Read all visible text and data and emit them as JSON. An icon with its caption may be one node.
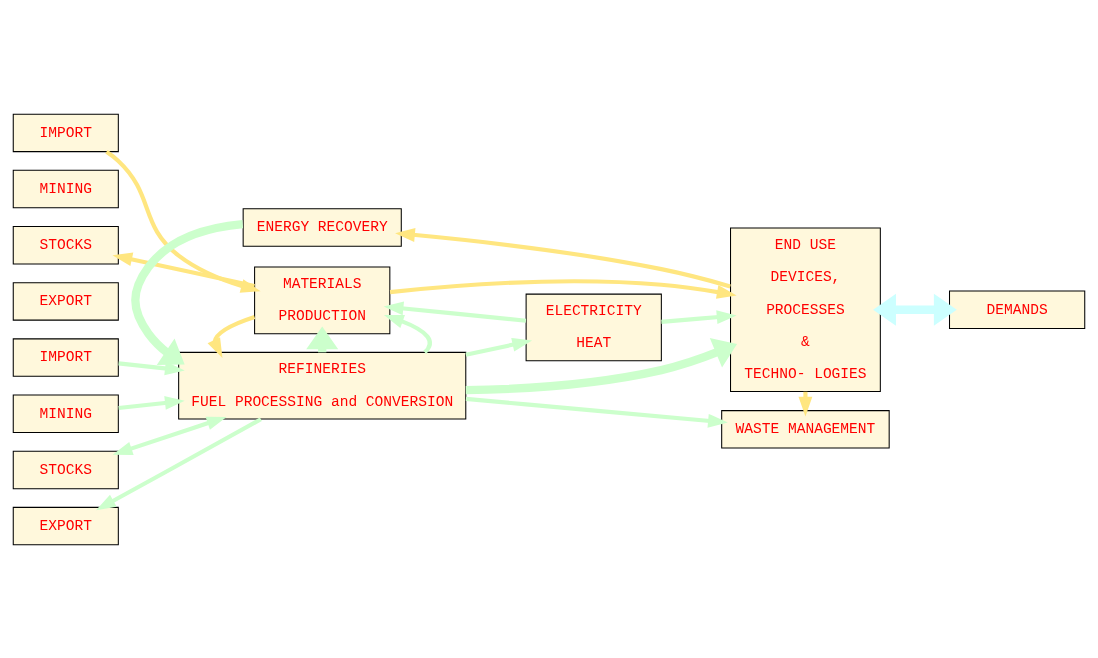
{
  "diagram": {
    "nodes": [
      {
        "text": [
          "IMPORT"
        ]
      },
      {
        "text": [
          "MINING"
        ]
      },
      {
        "text": [
          "STOCKS"
        ]
      },
      {
        "text": [
          "EXPORT"
        ]
      },
      {
        "text": [
          "REFINERIES",
          "FUEL PROCESSING and CONVERSION"
        ]
      },
      {
        "text": [
          "ELECTRICITY",
          "HEAT"
        ]
      },
      {
        "text": [
          "END USE",
          "DEVICES,",
          "PROCESSES",
          "&",
          "TECHNO- LOGIES"
        ]
      },
      {
        "text": [
          "DEMANDS"
        ]
      },
      {
        "text": [
          "IMPORT"
        ]
      },
      {
        "text": [
          "MINING"
        ]
      },
      {
        "text": [
          "STOCKS"
        ]
      },
      {
        "text": [
          "EXPORT"
        ]
      },
      {
        "text": [
          "MATERIALS",
          "PRODUCTION"
        ]
      },
      {
        "text": [
          "ENERGY RECOVERY"
        ]
      },
      {
        "text": [
          "WASTE MANAGEMENT"
        ]
      }
    ],
    "edges": [
      {
        "from": 0,
        "to": 4,
        "arrow": "to"
      },
      {
        "from": 1,
        "to": 4,
        "arrow": "to"
      },
      {
        "from": 2,
        "to": 4,
        "arrow": "both"
      },
      {
        "from": 4,
        "to": 3,
        "arrow": "to"
      },
      {
        "from": 4,
        "to": 5,
        "arrow": "to"
      },
      {
        "from": 5,
        "to": 6,
        "arrow": "to"
      },
      {
        "from": 4,
        "to": 6,
        "arrow": "to",
        "style": "thick"
      },
      {
        "from": 4,
        "to": 12,
        "arrow": "to"
      },
      {
        "from": 4,
        "to": 12,
        "arrow": "to",
        "style": "thick"
      },
      {
        "from": 5,
        "to": 12,
        "arrow": "to"
      },
      {
        "from": 4,
        "to": 14,
        "arrow": "to"
      },
      {
        "from": 13,
        "to": 4,
        "arrow": "to",
        "style": "thick"
      },
      {
        "from": 6,
        "to": 7,
        "arrow": "both",
        "style": "thick",
        "color": "#ccffff"
      },
      {
        "from": 8,
        "to": 12,
        "arrow": "to",
        "color": "#ffe680"
      },
      {
        "from": 12,
        "to": 10,
        "arrow": "to",
        "color": "#ffe680"
      },
      {
        "from": 12,
        "to": 4,
        "arrow": "to",
        "color": "#ffe680"
      },
      {
        "from": 12,
        "to": 6,
        "arrow": "to",
        "color": "#ffe680"
      },
      {
        "from": 6,
        "to": 13,
        "arrow": "to",
        "color": "#ffe680"
      },
      {
        "from": 6,
        "to": 14,
        "arrow": "to",
        "color": "#ffe680"
      }
    ]
  }
}
